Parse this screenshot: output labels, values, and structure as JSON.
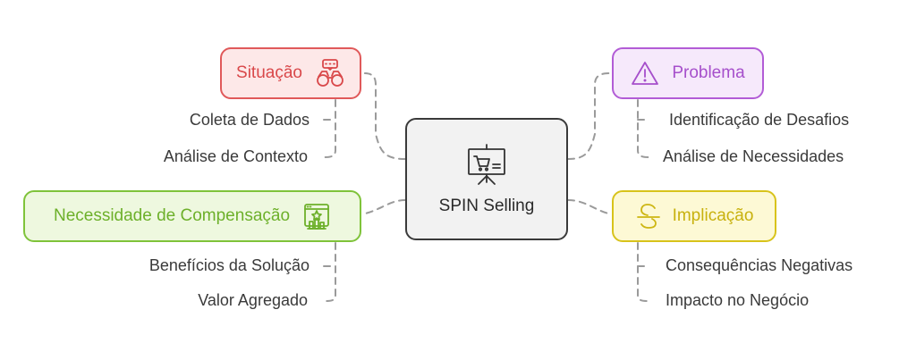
{
  "center": {
    "label": "SPIN Selling",
    "icon": "presentation-board-cart-icon"
  },
  "situation": {
    "label": "Situação",
    "icon": "binoculars-icon",
    "color": "#e0595a",
    "fill": "#fde8e8",
    "items": [
      "Coleta de Dados",
      "Análise de Contexto"
    ]
  },
  "problema": {
    "label": "Problema",
    "icon": "warning-triangle-icon",
    "color": "#b25cd6",
    "fill": "#f6e9fb",
    "items": [
      "Identificação de Desafios",
      "Análise de Necessidades"
    ]
  },
  "necessidade": {
    "label": "Necessidade de Compensação",
    "icon": "award-chart-icon",
    "color": "#7fc33a",
    "fill": "#eef8df",
    "items": [
      "Benefícios da Solução",
      "Valor Agregado"
    ]
  },
  "implicacao": {
    "label": "Implicação",
    "icon": "strikethrough-s-icon",
    "color": "#d8c31b",
    "fill": "#fdf9d5",
    "items": [
      "Consequências Negativas",
      "Impacto no Negócio"
    ]
  }
}
